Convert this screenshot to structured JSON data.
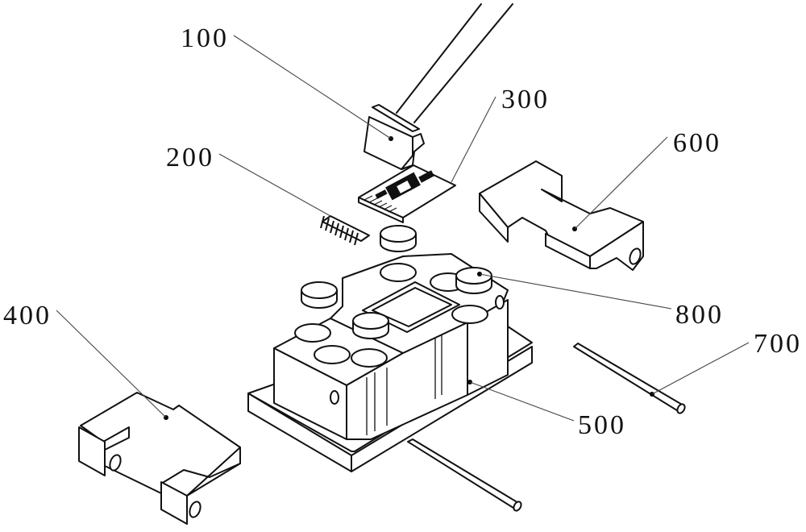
{
  "figure": {
    "labels": {
      "part_100": "100",
      "part_200": "200",
      "part_300": "300",
      "part_400": "400",
      "part_500": "500",
      "part_600": "600",
      "part_700": "700",
      "part_800": "800"
    },
    "colors": {
      "line": "#111111",
      "background": "#ffffff",
      "leader": "#444444"
    }
  }
}
